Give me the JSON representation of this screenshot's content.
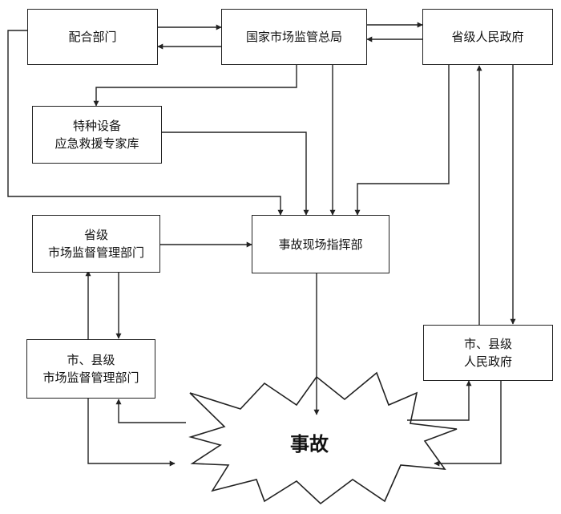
{
  "nodes": {
    "partner_departments": {
      "label": "配合部门"
    },
    "samr": {
      "label": "国家市场监管总局"
    },
    "provincial_gov": {
      "label": "省级人民政府"
    },
    "expert_pool": {
      "line1": "特种设备",
      "line2": "应急救援专家库"
    },
    "provincial_regulator": {
      "line1": "省级",
      "line2": "市场监督管理部门"
    },
    "onsite_command": {
      "label": "事故现场指挥部"
    },
    "city_county_regulator": {
      "line1": "市、县级",
      "line2": "市场监督管理部门"
    },
    "city_county_gov": {
      "line1": "市、县级",
      "line2": "人民政府"
    },
    "accident": {
      "label": "事故"
    }
  },
  "colors": {
    "line": "#222222",
    "fill": "#ffffff",
    "text": "#111111"
  }
}
